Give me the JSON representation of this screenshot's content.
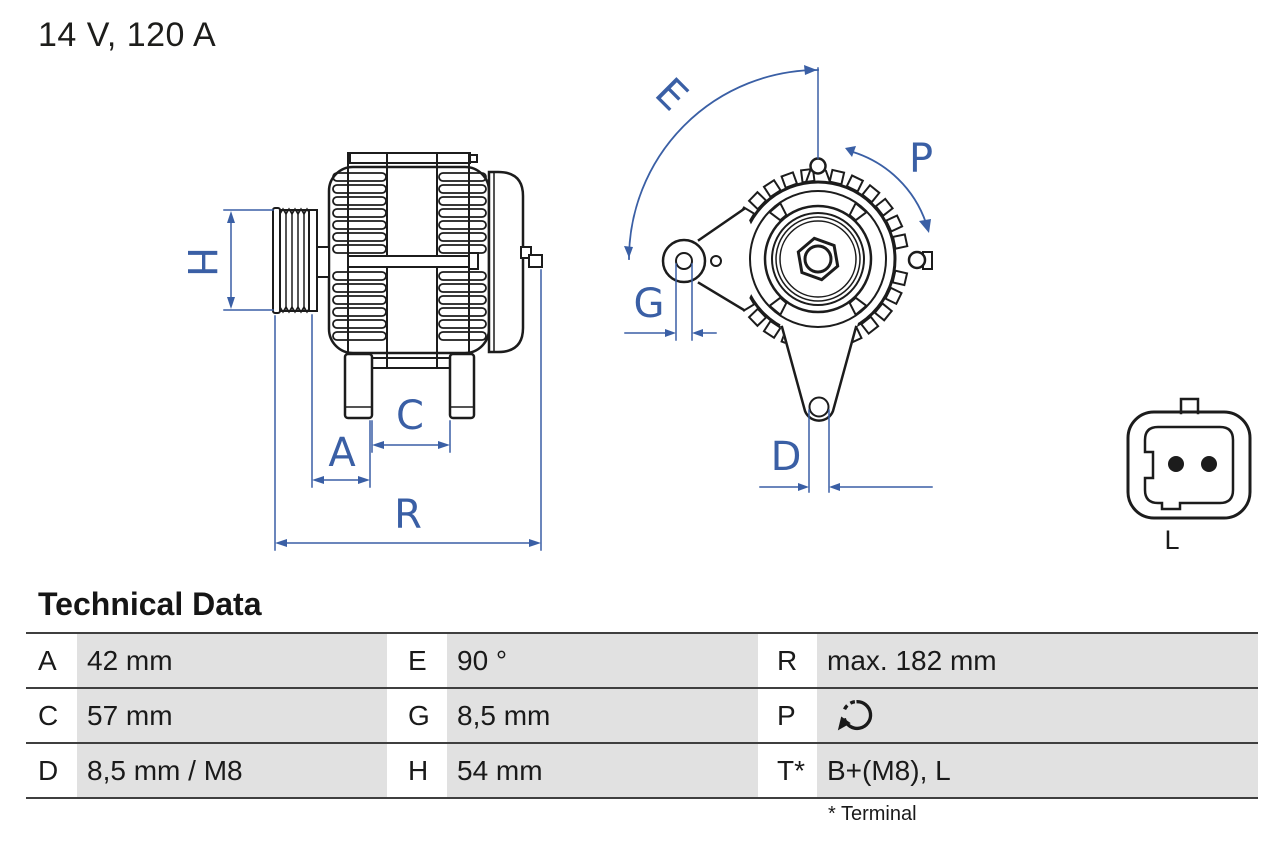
{
  "header": {
    "title": "14 V, 120 A"
  },
  "diagram": {
    "dimension_labels": {
      "h": "H",
      "a": "A",
      "c": "C",
      "r": "R",
      "e": "E",
      "g": "G",
      "p": "P",
      "d": "D"
    },
    "connector_label": "L"
  },
  "technical_data": {
    "heading": "Technical Data",
    "rows": [
      {
        "cells": [
          {
            "label": "A",
            "value": "42 mm"
          },
          {
            "label": "E",
            "value": "90 °"
          },
          {
            "label": "R",
            "value": "max. 182 mm"
          }
        ]
      },
      {
        "cells": [
          {
            "label": "C",
            "value": "57 mm"
          },
          {
            "label": "G",
            "value": "8,5 mm"
          },
          {
            "label": "P",
            "value": "",
            "icon": "rotation-direction-icon"
          }
        ]
      },
      {
        "cells": [
          {
            "label": "D",
            "value": "8,5 mm / M8"
          },
          {
            "label": "H",
            "value": "54 mm"
          },
          {
            "label": "T*",
            "value": "B+(M8), L"
          }
        ]
      }
    ],
    "footnote": "* Terminal"
  },
  "colors": {
    "dimension_blue": "#3a5fa5",
    "line_black": "#1c1c1c",
    "cell_grey": "#e1e1e1"
  }
}
